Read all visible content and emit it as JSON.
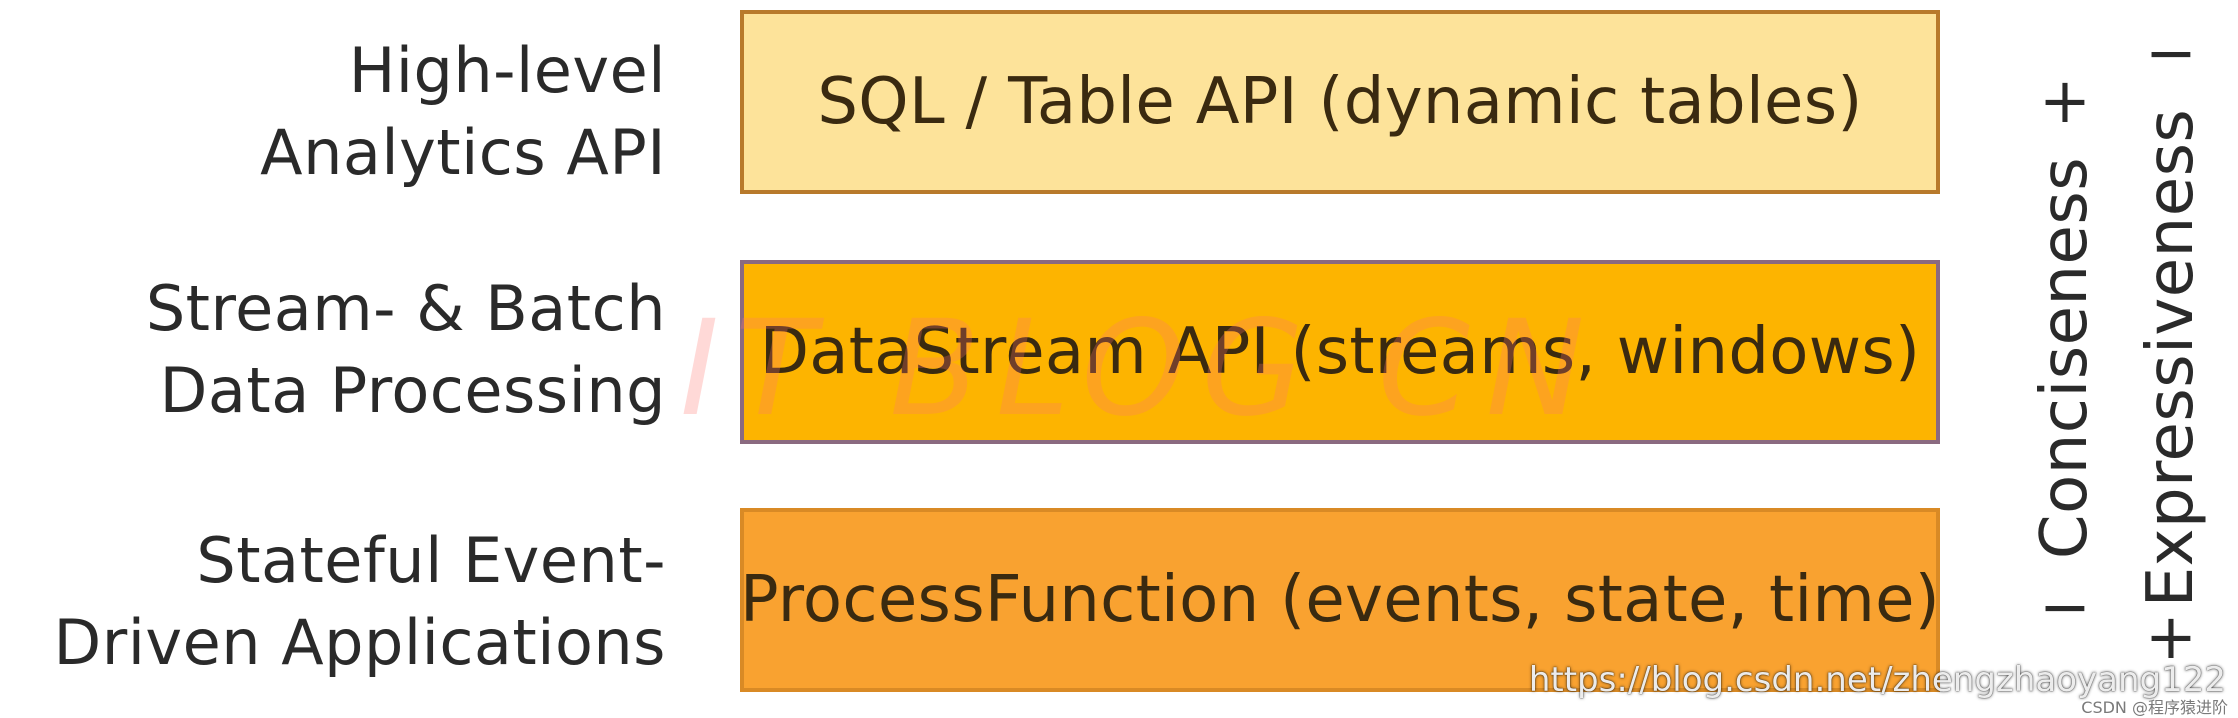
{
  "layers": [
    {
      "label_lines": [
        "High-level",
        "Analytics API"
      ],
      "box_text": "SQL / Table API (dynamic tables)",
      "color": "#fde39a"
    },
    {
      "label_lines": [
        "Stream- & Batch",
        "Data Processing"
      ],
      "box_text": "DataStream API (streams, windows)",
      "color": "#fdb400"
    },
    {
      "label_lines": [
        "Stateful Event-",
        "Driven Applications"
      ],
      "box_text": "ProcessFunction (events, state, time)",
      "color": "#f9a230"
    }
  ],
  "axes": {
    "conciseness": {
      "label": "Conciseness",
      "top_sign": "+",
      "bottom_sign": "−"
    },
    "expressiveness": {
      "label": "Expressiveness",
      "top_sign": "−",
      "bottom_sign": "+"
    }
  },
  "watermarks": {
    "overlay_text": "IT BLOG CN",
    "url_text": "https://blog.csdn.net/zhengzhaoyang122",
    "csdn_text": "CSDN @程序猿进阶"
  }
}
